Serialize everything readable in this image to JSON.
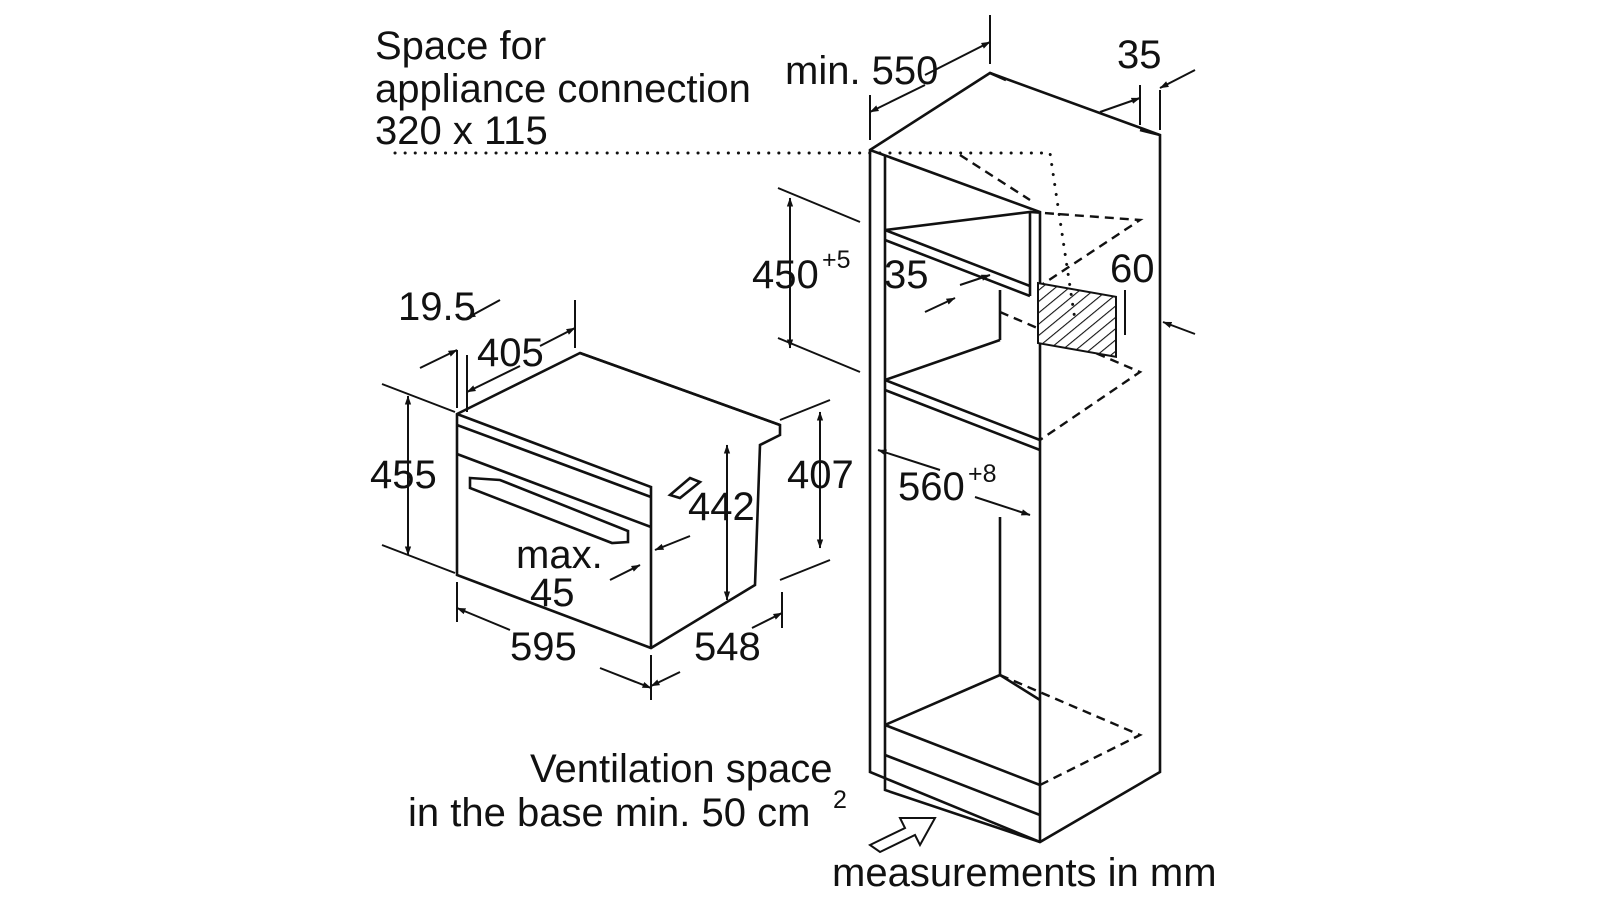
{
  "labels": {
    "connection_line1": "Space for",
    "connection_line2": "appliance connection",
    "connection_line3": "320 x 115",
    "min550": "min. 550",
    "d35_top": "35",
    "d450": "450",
    "d450_tol": "+5",
    "d35_mid": "35",
    "d60": "60",
    "d560": "560",
    "d560_tol": "+8",
    "d19_5": "19.5",
    "d405": "405",
    "d455": "455",
    "d442": "442",
    "d407": "407",
    "max": "max.",
    "d45": "45",
    "d595": "595",
    "d548": "548",
    "vent_line1": "Ventilation space",
    "vent_line2": "in the base min. 50 cm",
    "vent_sup": "2",
    "footer": "measurements in mm"
  },
  "colors": {
    "ink": "#111111",
    "background": "#ffffff"
  }
}
